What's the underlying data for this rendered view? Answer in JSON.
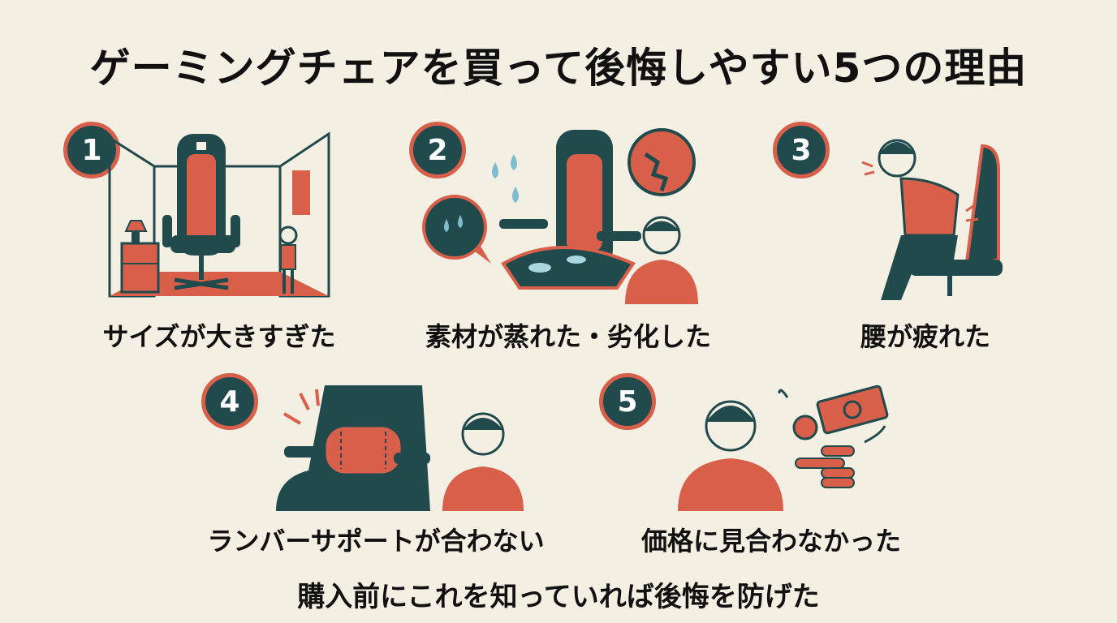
{
  "title": "ゲーミングチェアを買って後悔しやすい5つの理由",
  "reasons": [
    {
      "number": "1",
      "label": "サイズが大きすぎた"
    },
    {
      "number": "2",
      "label": "素材が蒸れた・劣化した"
    },
    {
      "number": "3",
      "label": "腰が疲れた"
    },
    {
      "number": "4",
      "label": "ランバーサポートが合わない"
    },
    {
      "number": "5",
      "label": "価格に見合わなかった"
    }
  ],
  "footer": "購入前にこれを知っていれば後悔を防げた",
  "icons": {
    "r1": "oversized-chair-in-small-room-icon",
    "r2": "sweaty-damaged-chair-icon",
    "r3": "back-pain-person-icon",
    "r4": "lumbar-cushion-mismatch-icon",
    "r5": "money-regret-icon"
  },
  "colors": {
    "background": "#f4efe3",
    "teal": "#214a4d",
    "accent": "#d8604a",
    "text": "#111111"
  }
}
